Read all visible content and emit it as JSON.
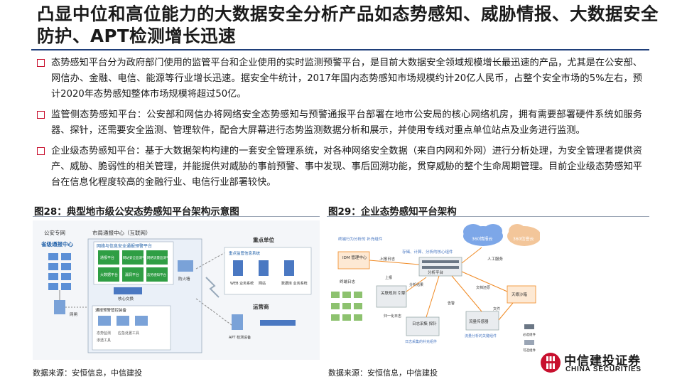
{
  "title": "凸显中位和高位能力的大数据安全分析产品如态势感知、威胁情报、大数据安全防护、APT检测增长迅速",
  "bullets": [
    "态势感知平台分为政府部门使用的监管平台和企业使用的实时监测预警平台，是目前大数据安全领域规模增长最迅速的产品，尤其是在公安部、网信办、金融、电信、能源等行业增长迅速。据安全牛统计，2017年国内态势感知市场规模约计20亿人民币，占整个安全市场的5%左右，预计2020年态势感知整体市场规模将超过50亿。",
    "监管侧态势感知平台：公安部和网信办将网络安全态势感知与预警通报平台部署在地市公安局的核心网络机房，拥有需要部署硬件系统如服务器、探针，还需要安全监测、管理软件，配合大屏幕进行态势监测数据分析和展示，并使用专线对重点单位站点及业务进行监测。",
    "企业级态势感知平台：基于大数据架构构建的一套安全管理系统，对各种网络安全数据（来自内网和外网）进行分析处理，为安全管理者提供资产、威胁、脆弱性的相关管理，并能提供对威胁的事前预警、事中发现、事后回溯功能，贯穿威胁的整个生命周期管理。目前企业级态势感知平台在信息化程度较高的金融行业、电信行业部署较快。"
  ],
  "figure_left": {
    "caption": "图28：典型地市级公安态势感知平台架构示意图",
    "labels": {
      "ps_private": "公安专网",
      "ps_center": "省级通报中心",
      "city_center": "市局通报中心（互联网）",
      "platform": "网络与信息安全通报预警平台",
      "mod1": "通报平台",
      "mod2": "网站安全监测平台",
      "mod3": "网络流量监测平台",
      "mod4": "大数据平台",
      "mod5": "漏洞平台",
      "mod6": "态势感知平台",
      "firewall": "防火墙",
      "core_switch": "核心交换",
      "gateway": "网闸",
      "key_unit": "重点单位",
      "key_system": "重点监管信息系统",
      "web": "WEB\n业务系统",
      "site": "网站",
      "db": "数据库\n业务系统",
      "ops": "运营商",
      "apt": "APT\n检测设备",
      "tool": "通报预警管控装备",
      "monitor": "态势监测",
      "probe": "应急处置工具",
      "analyst": "渗透工具"
    },
    "source": "数据来源：安恒信息，中信建投"
  },
  "figure_right": {
    "caption": "图29：企业态势感知平台架构",
    "labels": {
      "note": "终端行为分析的\n补充组件",
      "idm": "IDM\n管理中心",
      "terminal": "终端日志",
      "storage": "存储、计算、分析的核心组件",
      "report": "上报日志",
      "analysis": "分析平台",
      "cloud1": "360情报云",
      "cloud2": "360信誉云",
      "manual": "人工服务",
      "sandbox": "天眼沙箱",
      "association": "关联规则\n引擎",
      "log_collect": "日志采集\n探针",
      "flow": "流量传感器",
      "log_note": "日志采集的补充组件",
      "flow_note": "流量分析的关键组件",
      "file": "文件",
      "alert": "告警",
      "unify": "归一化日志",
      "legend1": "必选组件",
      "legend2": "可选组件",
      "up": "上报",
      "in": "分析结果",
      "doc": "文档还原"
    },
    "source": "数据来源：安恒信息，中信建投"
  },
  "brand": {
    "name": "中信建投证券",
    "name_en": "CHINA SECURITIES",
    "color": "#c8102e"
  }
}
